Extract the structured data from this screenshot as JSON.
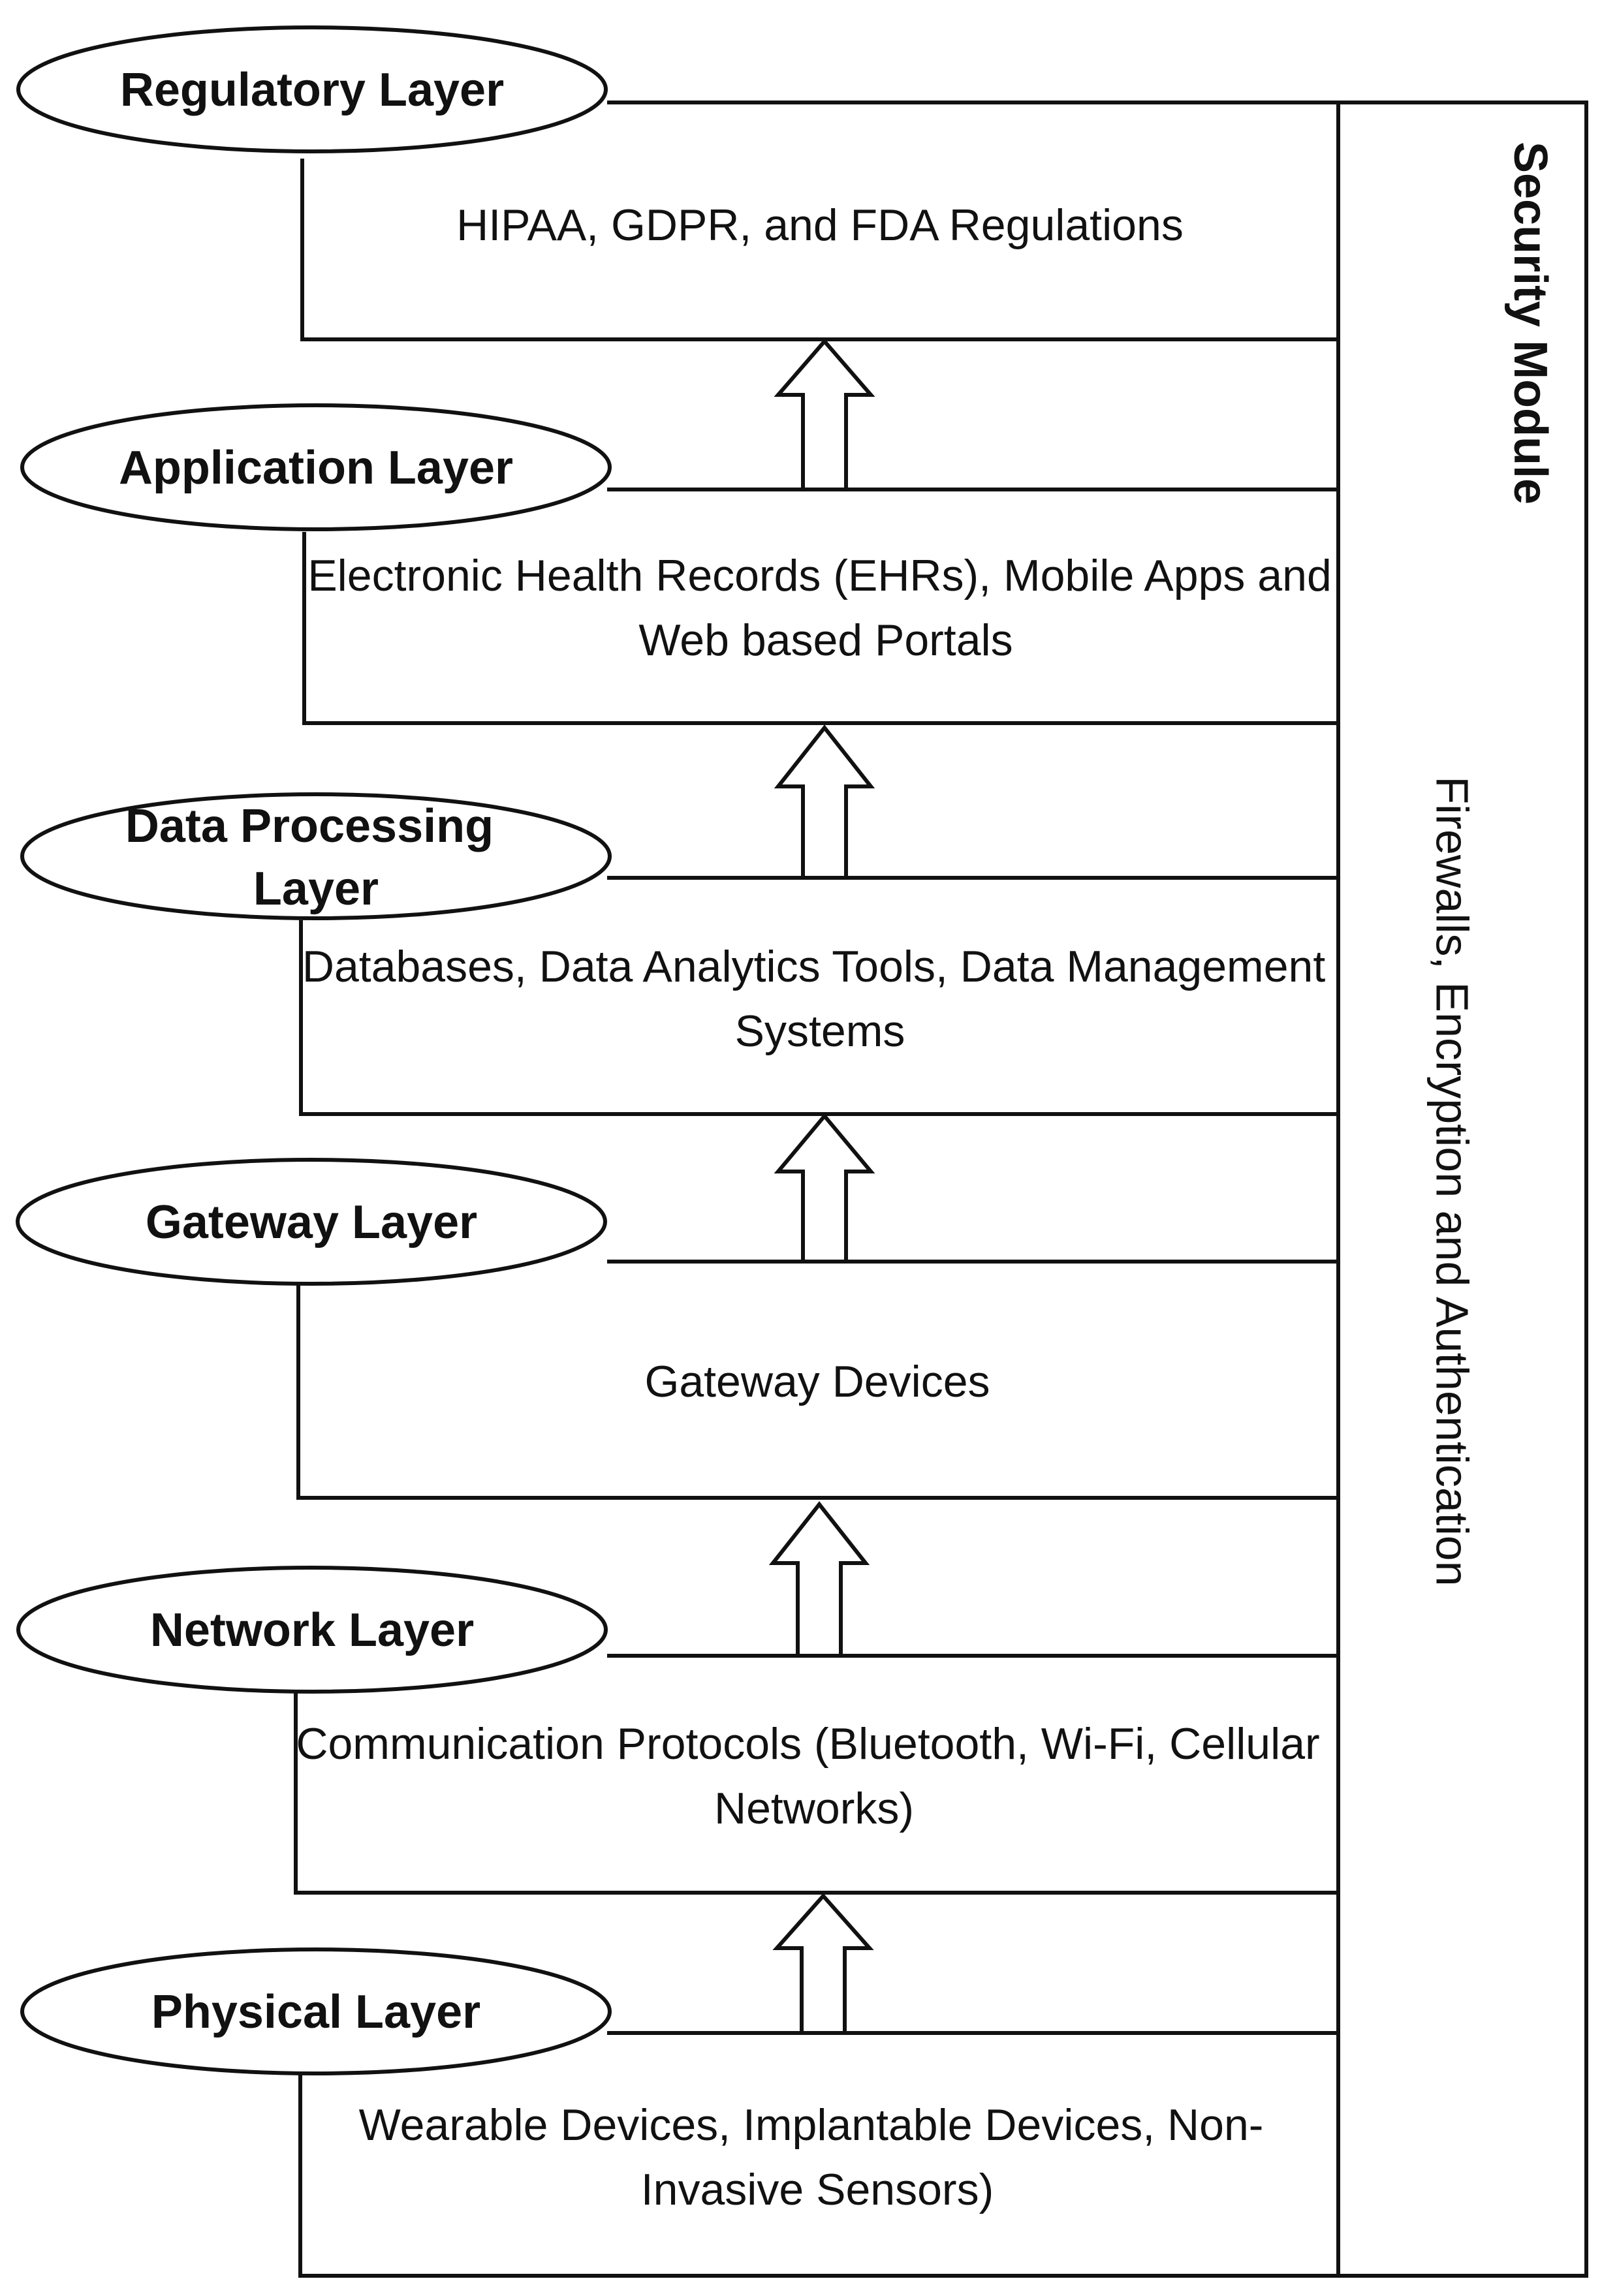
{
  "layers": [
    {
      "label_lines": [
        "Regulatory Layer"
      ],
      "text_lines": [
        "HIPAA, GDPR, and FDA Regulations"
      ]
    },
    {
      "label_lines": [
        "Application Layer"
      ],
      "text_lines": [
        "Electronic Health Records (EHRs), Mobile Apps and",
        "Web based Portals"
      ]
    },
    {
      "label_lines": [
        "Data Processing",
        "Layer"
      ],
      "text_lines": [
        "Databases, Data Analytics Tools, Data Management",
        "Systems"
      ]
    },
    {
      "label_lines": [
        "Gateway Layer"
      ],
      "text_lines": [
        "Gateway Devices"
      ]
    },
    {
      "label_lines": [
        "Network Layer"
      ],
      "text_lines": [
        "Communication Protocols (Bluetooth, Wi-Fi, Cellular",
        "Networks)"
      ]
    },
    {
      "label_lines": [
        "Physical Layer"
      ],
      "text_lines": [
        "Wearable Devices, Implantable Devices, Non-",
        "Invasive Sensors)"
      ]
    }
  ],
  "security_module": {
    "title": "Security Module",
    "text": "Firewalls, Encryption and Authentication"
  }
}
